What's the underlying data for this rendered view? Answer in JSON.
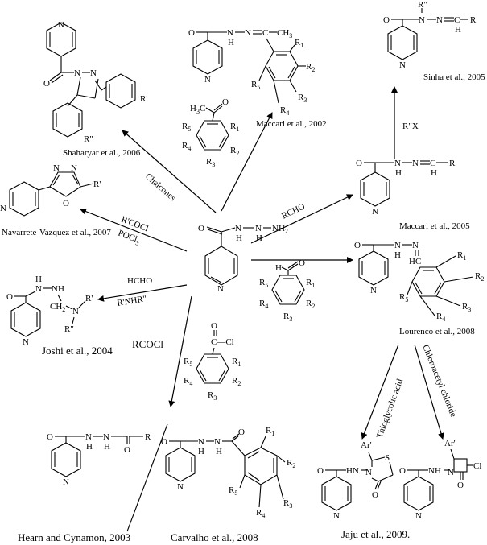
{
  "references": {
    "shaharyar": "Shaharyar et al., 2006",
    "maccari2002": "Maccari et al., 2002",
    "sinha": "Sinha et al., 2005",
    "maccari2005": "Maccari et al., 2005",
    "navarrete": "Navarrete-Vazquez et al., 2007",
    "lourenco": "Lourenco et al., 2008",
    "joshi": "Joshi et al., 2004",
    "hearn": "Hearn and Cynamon, 2003",
    "carvalho": "Carvalho et al., 2008",
    "jaju": "Jaju et al., 2009."
  },
  "reagents": {
    "chalcones": "Chalcones",
    "rcocl_prime": "R'COCl",
    "pocl3": "POCl",
    "pocl3_sub": "3",
    "hcho": "HCHO",
    "rnhr": "R'NHR\"",
    "rcho": "RCHO",
    "rcocl": "RCOCl",
    "rx": "R\"X",
    "thioglycolic": "Thioglycolic acid",
    "chloroacetyl": "Chloroacetyl chloride"
  },
  "atoms": {
    "O": "O",
    "N": "N",
    "H": "H",
    "S": "S",
    "Cl": "Cl",
    "C": "C",
    "NH2": "NH",
    "NH2_sub": "2",
    "CH3": "CH",
    "CH3_sub": "3",
    "R": "R",
    "Rp": "R'",
    "Rpp": "R\"",
    "HC": "HC",
    "NH": "NH",
    "Ar": "Ar'",
    "R1": "R",
    "R1_sub": "1",
    "R2_sub": "2",
    "R3_sub": "3",
    "R4_sub": "4",
    "R5_sub": "5",
    "hydrazine": "N—NH",
    "eqC": "═C—R",
    "coCl": "C—Cl",
    "H3C": "H",
    "H3C_sub": "3",
    "H3C_c": "C"
  }
}
